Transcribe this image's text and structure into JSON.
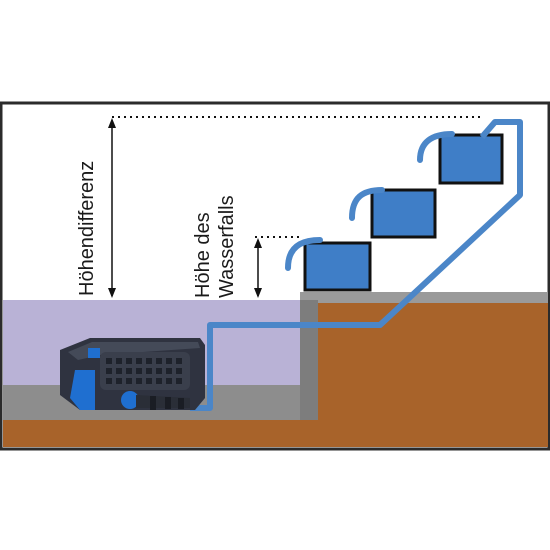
{
  "labels": {
    "height_difference": "Höhendifferenz",
    "waterfall_height_line1": "Höhe des",
    "waterfall_height_line2": "Wasserfalls"
  },
  "colors": {
    "frame": "#2b2b2b",
    "water_pond": "#b9b2d6",
    "pond_bed": "#8b8b8b",
    "soil": "#a8632a",
    "soil_top": "#b8763a",
    "basin_water": "#3f7ec7",
    "hose": "#4b86c8",
    "pump_body": "#2f3340",
    "pump_accent": "#1f6fd0"
  },
  "icons": [
    "pump-icon"
  ]
}
